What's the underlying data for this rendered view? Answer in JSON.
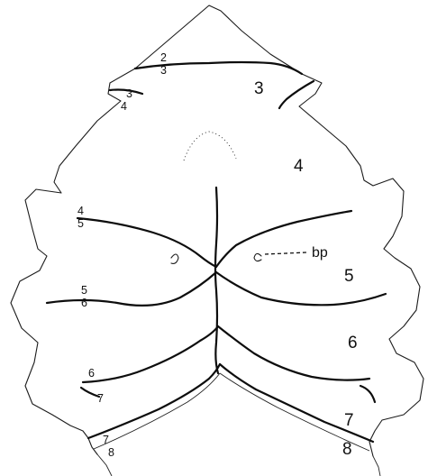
{
  "figure": {
    "plate_labels": [
      "3",
      "4",
      "5",
      "6",
      "7",
      "8"
    ],
    "suture_labels": [
      {
        "upper": "2",
        "lower": "3"
      },
      {
        "upper": "3",
        "lower": "4"
      },
      {
        "upper": "4",
        "lower": "5"
      },
      {
        "upper": "5",
        "lower": "6"
      },
      {
        "upper": "6",
        "lower": "7"
      },
      {
        "upper": "7",
        "lower": "8"
      }
    ],
    "pointer_label": "bp"
  }
}
